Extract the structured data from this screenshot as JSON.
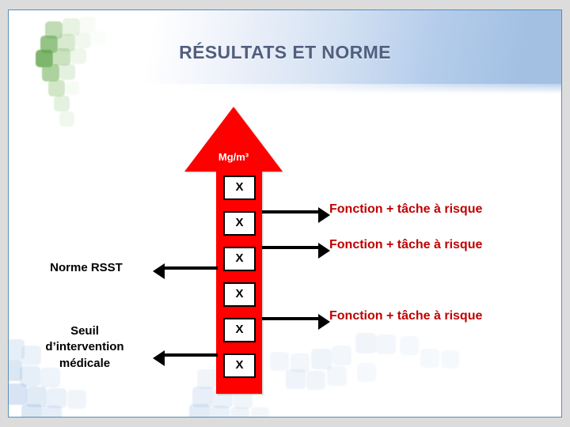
{
  "slide": {
    "title": "RÉSULTATS ET NORME",
    "accent_red": "#fe0000",
    "label_red": "#c00000",
    "title_color": "#515f7e",
    "header_blue": "#a3c0e3",
    "border_blue": "#5b8db8"
  },
  "arrow": {
    "unit_label": "Mg/m³",
    "boxes": [
      {
        "value": "X"
      },
      {
        "value": "X"
      },
      {
        "value": "X"
      },
      {
        "value": "X"
      },
      {
        "value": "X"
      },
      {
        "value": "X"
      }
    ]
  },
  "right_labels": [
    {
      "text": "Fonction + tâche à risque"
    },
    {
      "text": "Fonction + tâche à risque"
    },
    {
      "text": "Fonction + tâche à risque"
    }
  ],
  "left_labels": [
    {
      "line1": "Norme RSST",
      "line2": "",
      "line3": ""
    },
    {
      "line1": "Seuil",
      "line2": "d’intervention",
      "line3": "médicale"
    }
  ]
}
